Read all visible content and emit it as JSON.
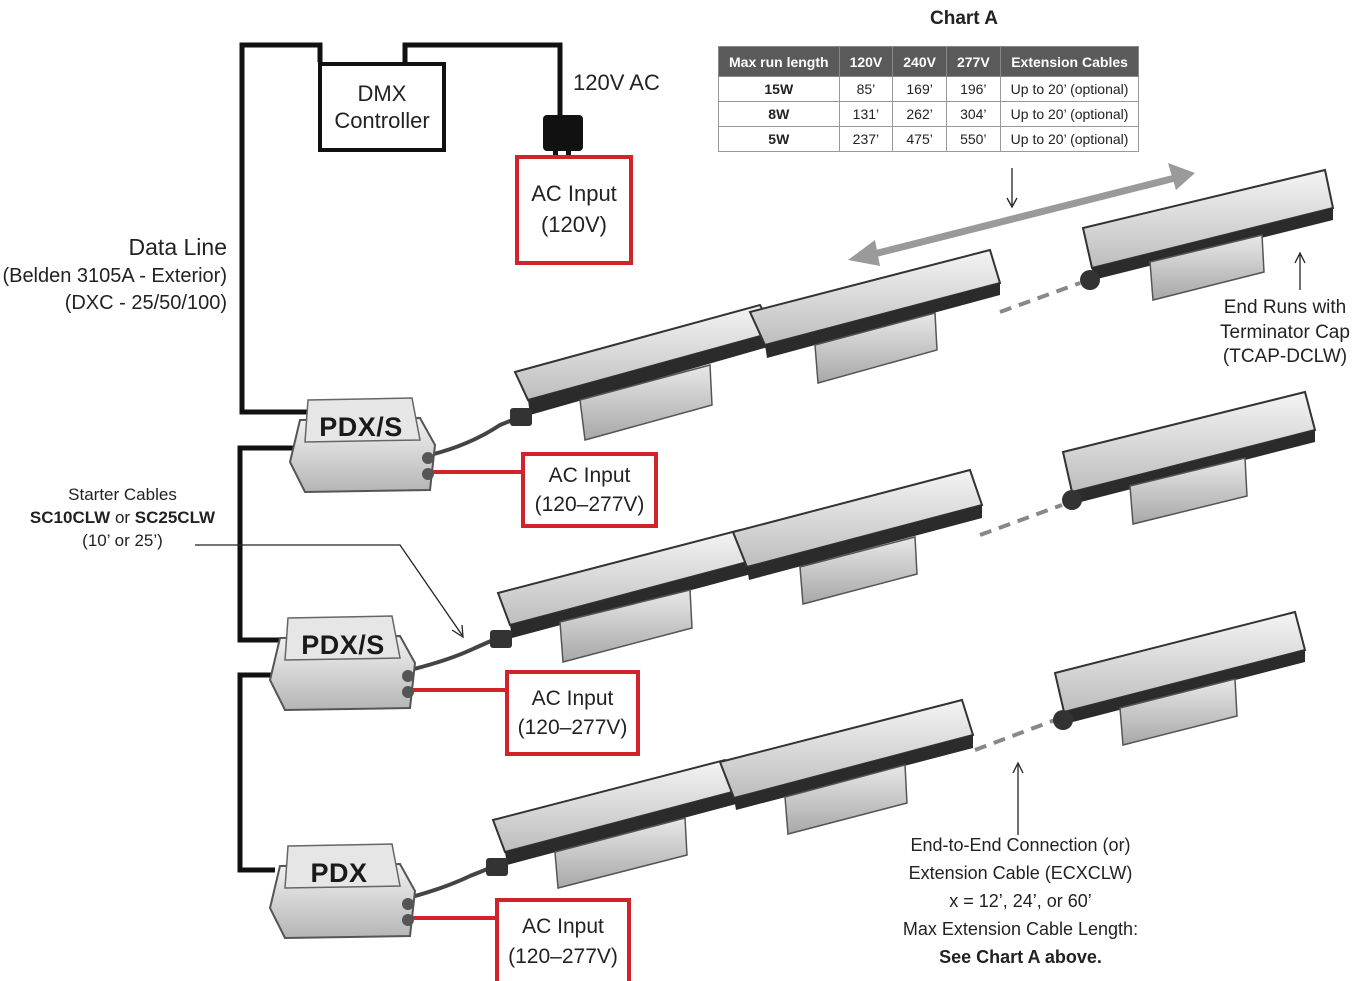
{
  "chart": {
    "title": "Chart A",
    "headers": [
      "Max run length",
      "120V",
      "240V",
      "277V",
      "Extension Cables"
    ],
    "rows": [
      [
        "15W",
        "85’",
        "169’",
        "196’",
        "Up to 20’ (optional)"
      ],
      [
        "8W",
        "131’",
        "262’",
        "304’",
        "Up to 20’ (optional)"
      ],
      [
        "5W",
        "237’",
        "475’",
        "550’",
        "Up to 20’ (optional)"
      ]
    ]
  },
  "dmx": {
    "line1": "DMX",
    "line2": "Controller"
  },
  "power_plug_label": "120V AC",
  "ac_input_top": {
    "line1": "AC Input",
    "line2": "(120V)"
  },
  "ac_input_boxes": [
    {
      "line1": "AC Input",
      "line2": "(120–277V)"
    },
    {
      "line1": "AC Input",
      "line2": "(120–277V)"
    },
    {
      "line1": "AC Input",
      "line2": "(120–277V)"
    }
  ],
  "data_line": {
    "line1": "Data Line",
    "line2": "(Belden 3105A - Exterior)",
    "line3": "(DXC - 25/50/100)"
  },
  "starter_cables": {
    "line1": "Starter Cables",
    "part_a": "SC10CLW",
    "or": " or ",
    "part_b": "SC25CLW",
    "line3": "(10’ or 25’)"
  },
  "pdx_labels": [
    "PDX/S",
    "PDX/S",
    "PDX"
  ],
  "end_runs": {
    "line1": "End Runs with",
    "line2": "Terminator Cap",
    "line3": "(TCAP-DCLW)"
  },
  "connection_note": {
    "line1": "End-to-End Connection (or)",
    "line2": "Extension Cable (ECXCLW)",
    "line3": "x = 12’, 24’, or 60’",
    "line4": "Max Extension Cable Length:",
    "line5": "See Chart A above."
  },
  "colors": {
    "red": "#d2232a",
    "black": "#111111",
    "gray_arrow": "#9a9a9a"
  }
}
